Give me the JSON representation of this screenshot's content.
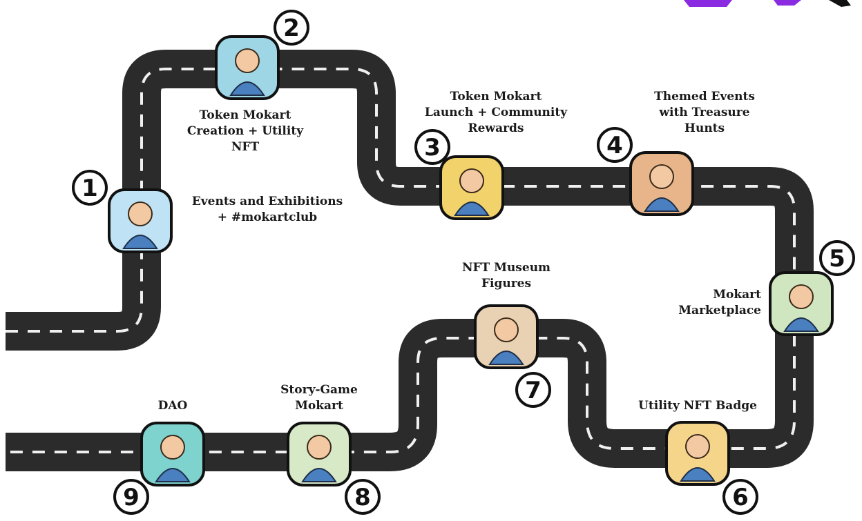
{
  "milestones": [
    {
      "number": "1",
      "line1": "Events and Exhibitions",
      "line2": "+ #mokartclub",
      "line3": "",
      "icon": "vr-headset-person-icon",
      "fill": "#bfe3f5"
    },
    {
      "number": "2",
      "line1": "Token Mokart",
      "line2": "Creation + Utility",
      "line3": "NFT",
      "icon": "developer-at-computer-icon",
      "fill": "#9fd6e6"
    },
    {
      "number": "3",
      "line1": "Token Mokart",
      "line2": "Launch + Community",
      "line3": "Rewards",
      "icon": "gold-miner-icon",
      "fill": "#f2d26b"
    },
    {
      "number": "4",
      "line1": "Themed Events",
      "line2": "with Treasure",
      "line3": "Hunts",
      "icon": "explorer-with-map-icon",
      "fill": "#e8b58a"
    },
    {
      "number": "5",
      "line1": "Mokart",
      "line2": "Marketplace",
      "line3": "",
      "icon": "traders-icon",
      "fill": "#cfe6c0"
    },
    {
      "number": "6",
      "line1": "Utility NFT Badge",
      "line2": "",
      "line3": "",
      "icon": "crowned-character-icon",
      "fill": "#f4d58a"
    },
    {
      "number": "7",
      "line1": "NFT Museum",
      "line2": "Figures",
      "line3": "",
      "icon": "museum-visitor-icon",
      "fill": "#e9d2b4"
    },
    {
      "number": "8",
      "line1": "Story-Game",
      "line2": "Mokart",
      "line3": "",
      "icon": "girl-at-crossroads-icon",
      "fill": "#d7e9c7"
    },
    {
      "number": "9",
      "line1": "DAO",
      "line2": "",
      "line3": "",
      "icon": "community-crowd-icon",
      "fill": "#7fd3cf"
    }
  ],
  "colors": {
    "road": "#2b2b2b",
    "road_dash": "#f0f0f0",
    "text": "#1a1a1a",
    "logo_purple": "#8a2be2"
  }
}
